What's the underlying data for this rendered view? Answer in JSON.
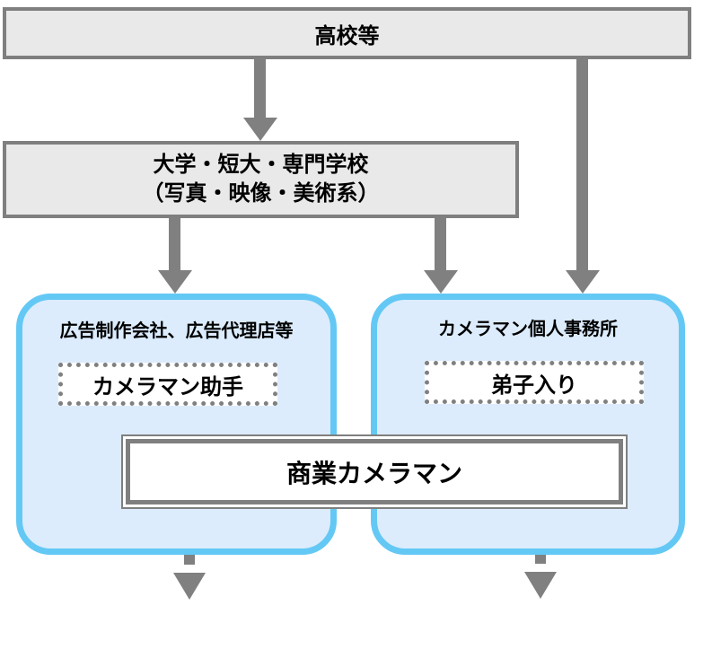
{
  "flowchart": {
    "nodes": {
      "high_school": {
        "label": "高校等"
      },
      "school": {
        "line1": "大学・短大・専門学校",
        "line2": "（写真・映像・美術系）"
      },
      "ad_company": {
        "label": "広告制作会社、広告代理店等",
        "role": "カメラマン助手"
      },
      "personal_office": {
        "label": "カメラマン個人事務所",
        "role": "弟子入り"
      },
      "commercial": {
        "label": "商業カメラマン"
      }
    },
    "colors": {
      "gray_box_fill": "#e9e9e9",
      "gray_box_border": "#7f7f7f",
      "arrow_gray": "#808080",
      "blue_box_border": "#64c8f5",
      "blue_box_fill": "#dcecfc",
      "text": "#000000",
      "background": "#ffffff"
    }
  }
}
